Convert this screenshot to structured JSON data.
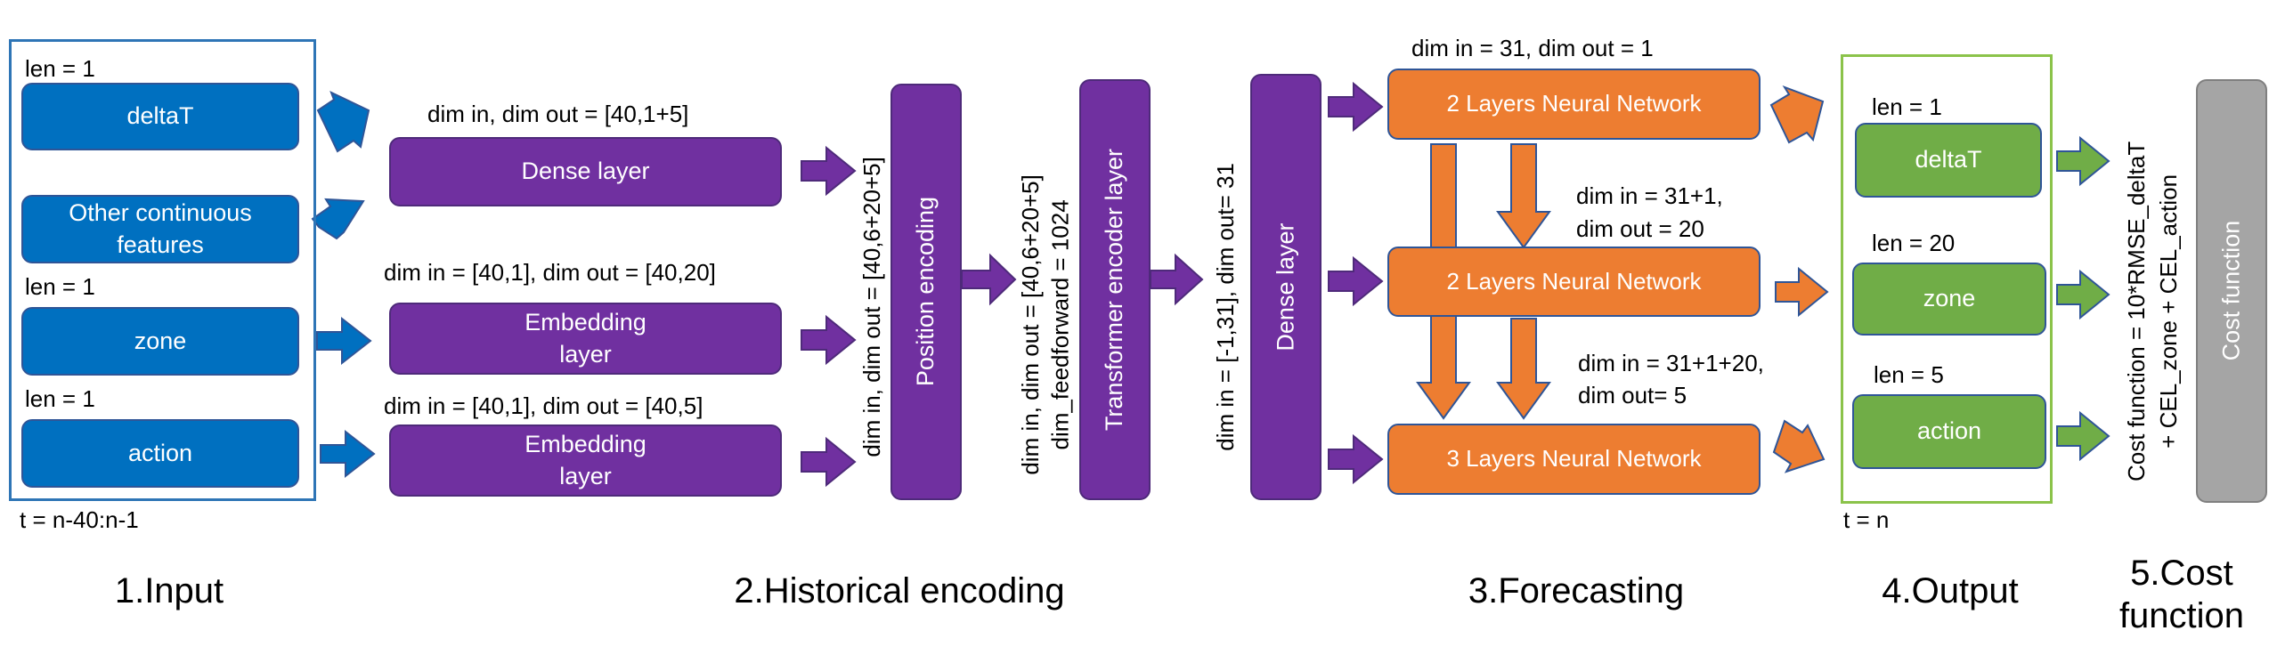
{
  "input": {
    "deltaT": "deltaT",
    "other": "Other continuous features",
    "zone": "zone",
    "action": "action",
    "len_deltaT": "len = 1",
    "len_zone": "len = 1",
    "len_action": "len = 1",
    "time": "t = n-40:n-1"
  },
  "encoding": {
    "dense_dims": "dim in, dim out = [40,1+5]",
    "dense_label": "Dense layer",
    "emb1_dims": "dim in = [40,1], dim out = [40,20]",
    "emb1_label": "Embedding layer",
    "emb2_dims": "dim in = [40,1], dim out = [40,5]",
    "emb2_label": "Embedding layer",
    "pos_dims": "dim in, dim out = [40,6+20+5]",
    "pos_label": "Position encoding",
    "trans_dims_1": "dim in, dim out = [40,6+20+5]",
    "trans_dims_2": "dim_feedforward = 1024",
    "trans_label": "Transformer encoder layer"
  },
  "forecasting": {
    "dense_dims": "dim in = [-1,31],  dim out= 31",
    "dense_label": "Dense layer",
    "nn1_dims": "dim in = 31, dim out = 1",
    "nn1_label": "2 Layers Neural Network",
    "nn2_dims_1": "dim in = 31+1,",
    "nn2_dims_2": "dim out = 20",
    "nn2_label": "2 Layers Neural Network",
    "nn3_dims_1": "dim in = 31+1+20,",
    "nn3_dims_2": "dim out= 5",
    "nn3_label": "3 Layers Neural Network"
  },
  "output": {
    "deltaT": "deltaT",
    "zone": "zone",
    "action": "action",
    "len_deltaT": "len = 1",
    "len_zone": "len = 20",
    "len_action": "len = 5",
    "time": "t = n"
  },
  "cost": {
    "formula_1": "Cost function = 10*RMSE_deltaT",
    "formula_2": "+ CEL_zone + CEL_action",
    "label": "Cost function"
  },
  "sections": {
    "input": "1.Input",
    "encoding": "2.Historical encoding",
    "forecasting": "3.Forecasting",
    "output": "4.Output",
    "cost": "5.Cost function"
  },
  "colors": {
    "blue": "#0070c0",
    "purple": "#7030a0",
    "orange": "#ed7d31",
    "green": "#70ad47",
    "gray": "#a5a5a5"
  }
}
